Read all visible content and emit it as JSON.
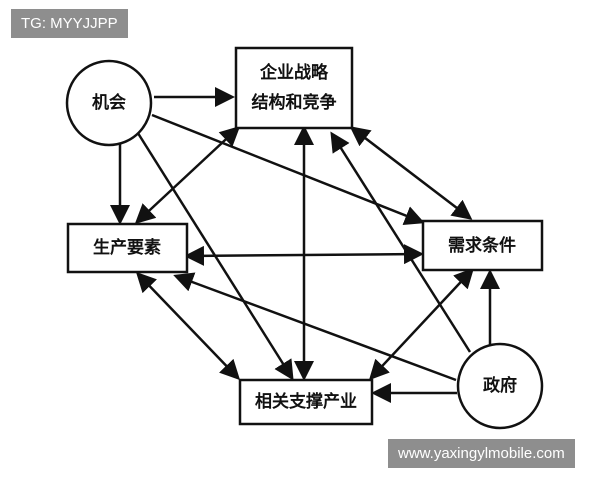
{
  "watermarks": {
    "top_left": "TG: MYYJJPP",
    "bottom_right": "www.yaxingylmobile.com"
  },
  "nodes": {
    "strategy_line1": "企业战略",
    "strategy_line2": "结构和竞争",
    "factor": "生产要素",
    "demand": "需求条件",
    "related": "相关支撑产业",
    "chance": "机会",
    "government": "政府"
  },
  "colors": {
    "ink": "#111111",
    "watermark_background": "#8e8e8e",
    "watermark_text": "#ffffff"
  }
}
